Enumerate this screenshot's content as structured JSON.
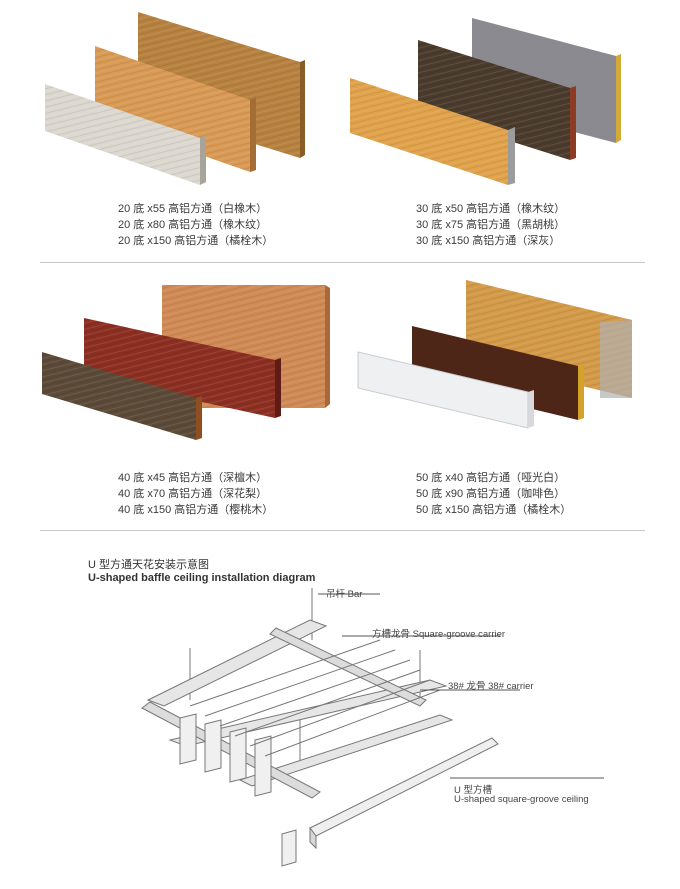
{
  "product_groups": [
    {
      "lines": [
        "20 底 x55 高铝方通（白橡木）",
        "20 底 x80 高铝方通（橡木纹）",
        "20 底 x150 高铝方通（橘栓木）"
      ],
      "finishes": [
        "white-oak",
        "oak-grain",
        "ash-wood"
      ],
      "colors": [
        "#dcd8d0",
        "#d99a55",
        "#b7813f"
      ]
    },
    {
      "lines": [
        "30 底 x50 高铝方通（橡木纹）",
        "30 底 x75 高铝方通（黑胡桃）",
        "30 底 x150 高铝方通（深灰）"
      ],
      "finishes": [
        "oak-grain",
        "black-walnut",
        "dark-grey"
      ],
      "colors": [
        "#e1a24c",
        "#4a3b2c",
        "#8a8a90"
      ]
    },
    {
      "lines": [
        "40 底 x45 高铝方通（深檀木）",
        "40 底 x70 高铝方通（深花梨）",
        "40 底 x150 高铝方通（樱桃木）"
      ],
      "finishes": [
        "dark-sandalwood",
        "dark-rosewood",
        "cherry-wood"
      ],
      "colors": [
        "#5c4a38",
        "#8c2f22",
        "#d08a55"
      ]
    },
    {
      "lines": [
        "50 底 x40 高铝方通（哑光白）",
        "50 底 x90 高铝方通（咖啡色）",
        "50 底 x150 高铝方通（橘栓木）"
      ],
      "finishes": [
        "matte-white",
        "coffee",
        "ash-wood"
      ],
      "colors": [
        "#eef0f2",
        "#4e2618",
        "#d39a48"
      ]
    }
  ],
  "diagram": {
    "title_cn": "U 型方通天花安装示意图",
    "title_en": "U-shaped baffle ceiling installation diagram",
    "labels": {
      "bar": "吊杆  Bar",
      "square_groove": "方槽龙骨  Square-groove carrier",
      "carrier38": "38# 龙骨  38# carrier",
      "u_cn": "U 型方槽",
      "u_en": "U-shaped square-groove ceiling"
    }
  }
}
